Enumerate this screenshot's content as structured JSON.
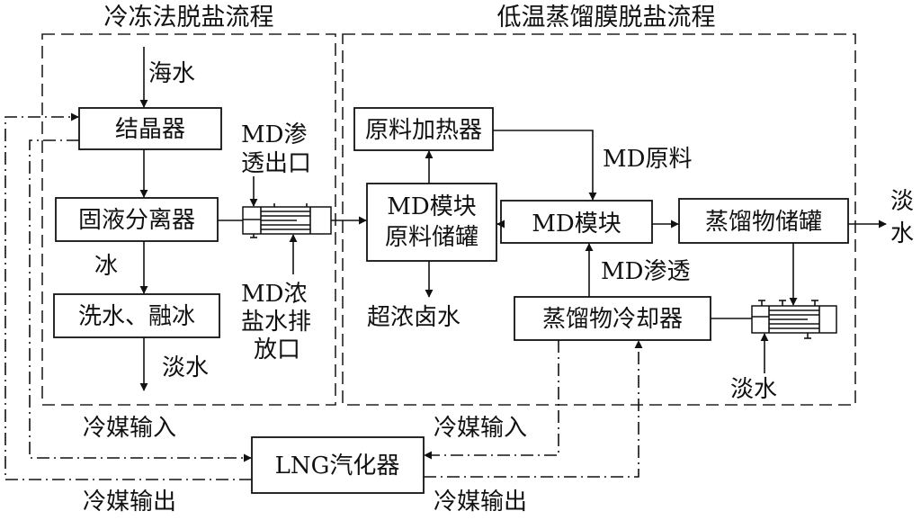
{
  "regions": {
    "freeze": {
      "title": "冷冻法脱盐流程"
    },
    "md": {
      "title": "低温蒸馏膜脱盐流程"
    }
  },
  "boxes": {
    "crystallizer": "结晶器",
    "separator": "固液分离器",
    "wash_melt": "洗水、融冰",
    "feed_heater": "原料加热器",
    "md_tank_line1": "MD模块",
    "md_tank_line2": "原料储罐",
    "md_module": "MD模块",
    "distillate_tank": "蒸馏物储罐",
    "distillate_cooler": "蒸馏物冷却器",
    "lng": "LNG汽化器"
  },
  "labels": {
    "seawater": "海水",
    "ice": "冰",
    "fresh_water_1": "淡水",
    "md_permeate_out_1": "MD渗",
    "md_permeate_out_2": "透出口",
    "md_brine_1": "MD浓",
    "md_brine_2": "盐水排",
    "md_brine_3": "放口",
    "md_feed": "MD原料",
    "super_brine": "超浓卤水",
    "md_permeate": "MD渗透",
    "fresh_water_out_1": "淡",
    "fresh_water_out_2": "水",
    "fresh_water_2": "淡水",
    "coolant_in_left": "冷媒输入",
    "coolant_out_left": "冷媒输出",
    "coolant_in_right": "冷媒输入",
    "coolant_out_right": "冷媒输出"
  },
  "icons": {
    "heat_exchanger": "shell-and-tube-heat-exchanger-icon",
    "arrow": "arrowhead-icon"
  }
}
